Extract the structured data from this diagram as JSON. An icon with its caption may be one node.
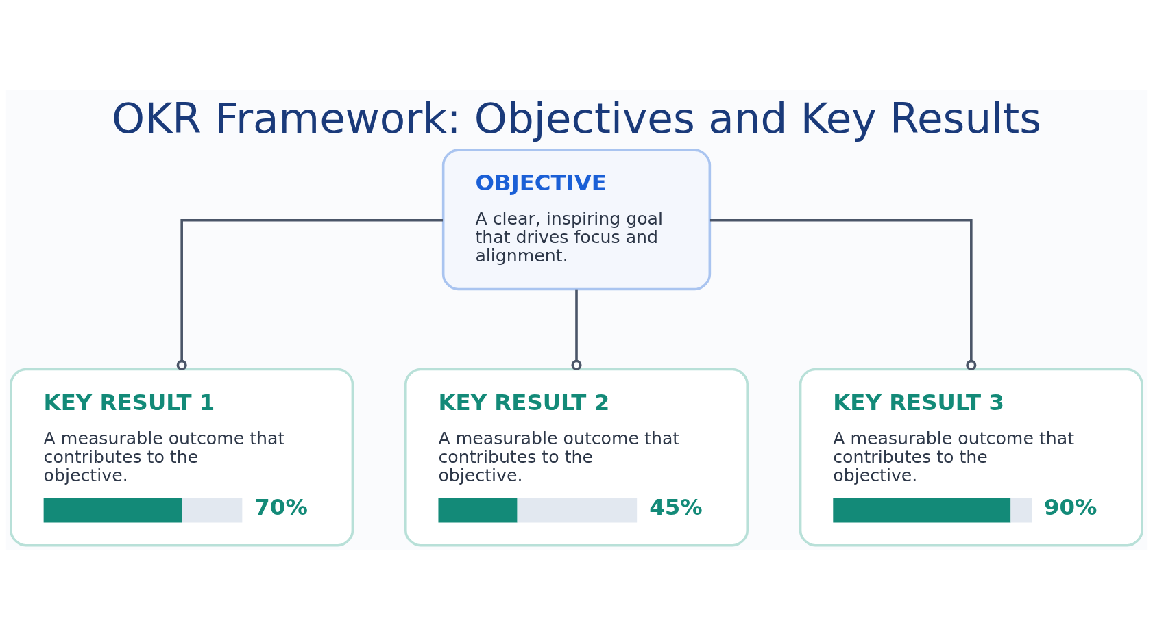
{
  "diagram": {
    "title": "OKR Framework: Objectives and Key Results",
    "nodes": [
      {
        "text": [
          "OBJECTIVE",
          "A clear, inspiring goal that drives focus and alignment."
        ]
      },
      {
        "text": [
          "KEY RESULT 1",
          "A measurable outcome that contributes to the objective.",
          "70%"
        ]
      },
      {
        "text": [
          "KEY RESULT 2",
          "A measurable outcome that contributes to the objective.",
          "45%"
        ]
      },
      {
        "text": [
          "KEY RESULT 3",
          "A measurable outcome that contributes to the objective.",
          "90%"
        ]
      }
    ],
    "edges": [
      {
        "from": 0,
        "to": 1,
        "arrow": "other"
      },
      {
        "from": 0,
        "to": 2,
        "arrow": "other"
      },
      {
        "from": 0,
        "to": 3,
        "arrow": "other"
      }
    ]
  }
}
